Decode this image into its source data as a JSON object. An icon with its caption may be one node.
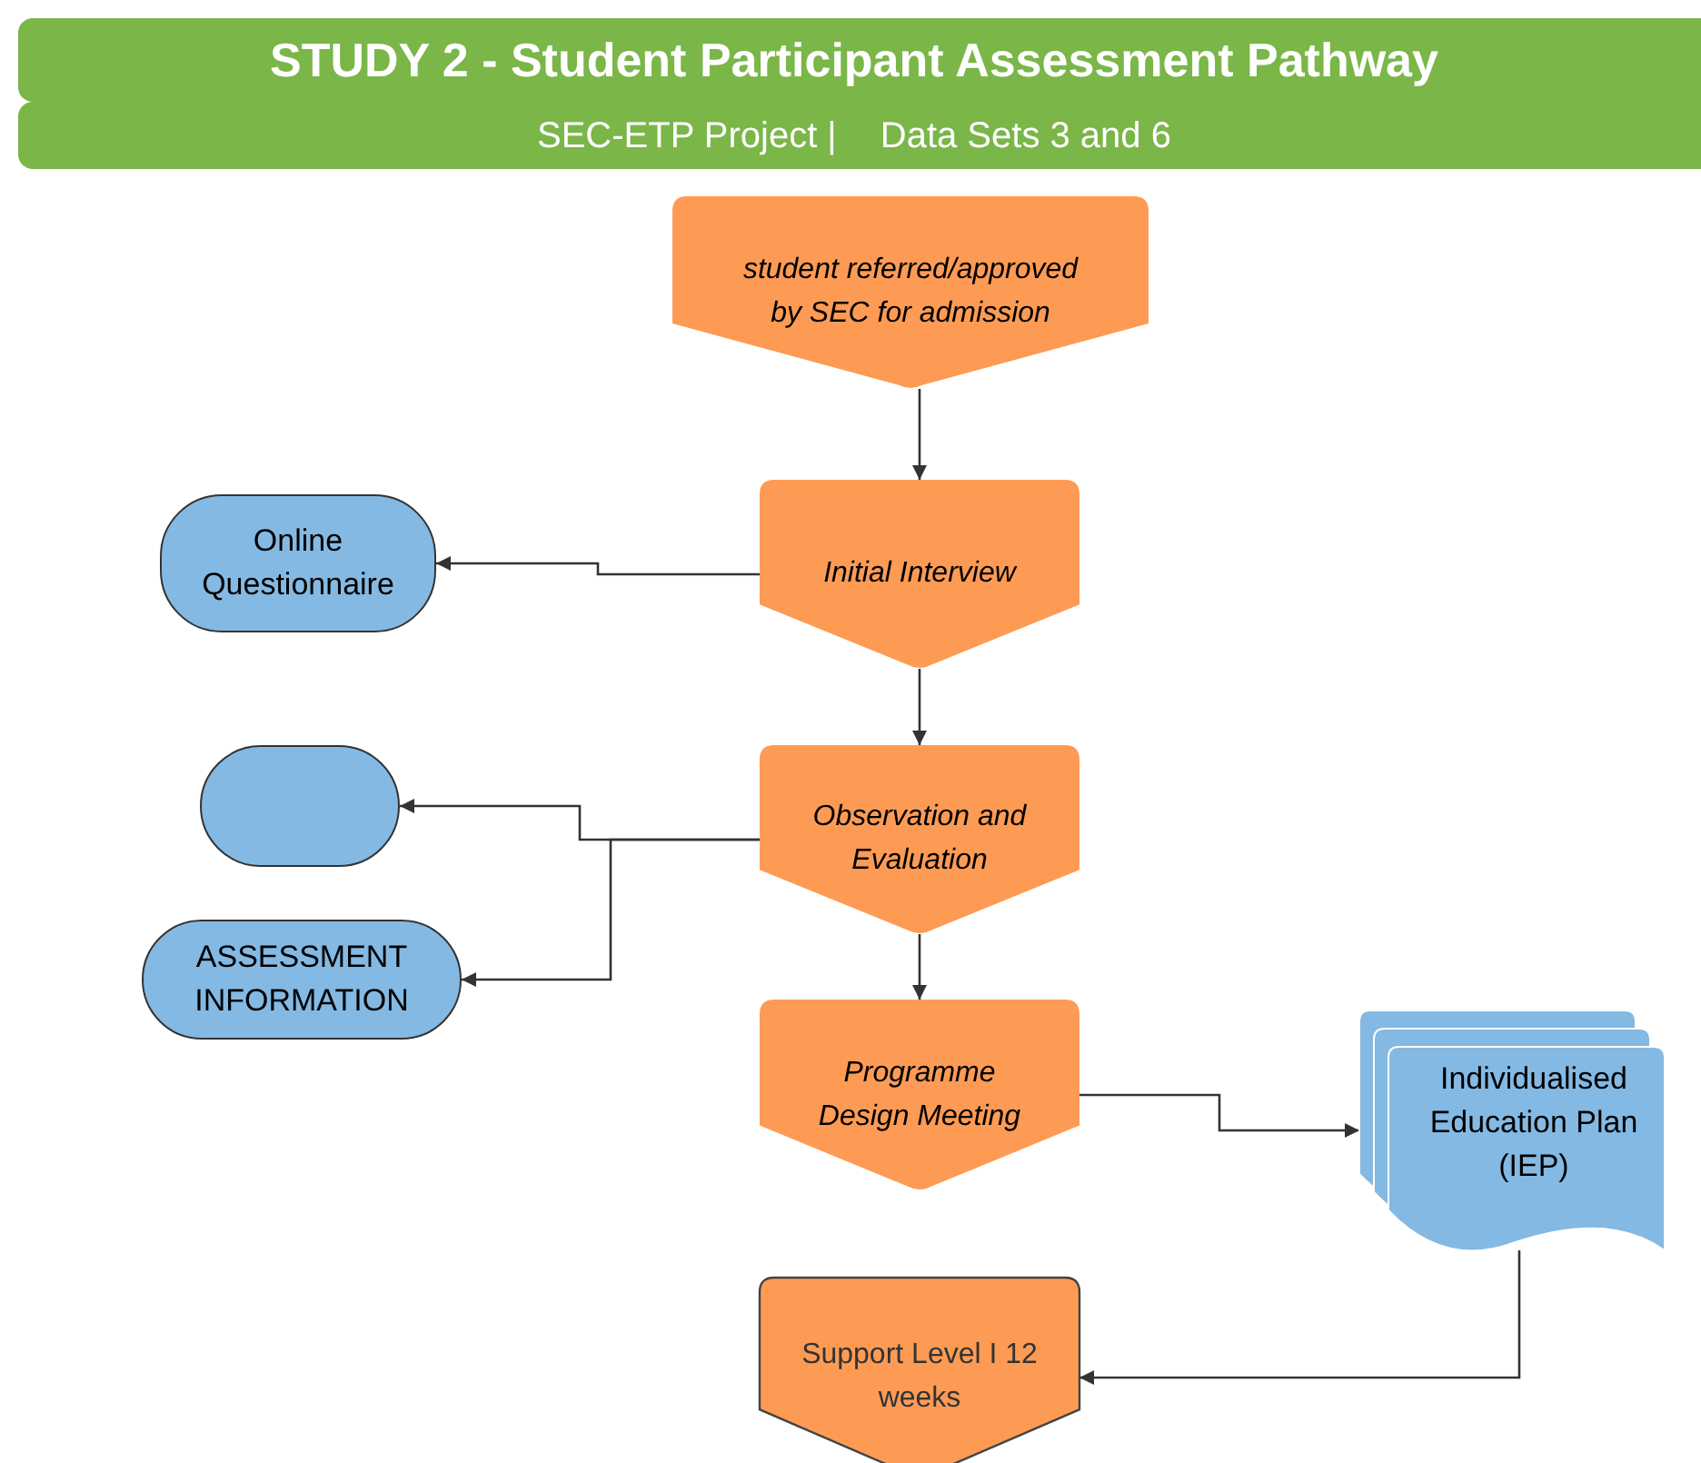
{
  "diagram": {
    "title": "STUDY 2 - Student Participant Assessment Pathway",
    "nodes": [
      {
        "text": [
          "student referred/approved by SEC for admission"
        ]
      },
      {
        "text": [
          "Initial Interview"
        ]
      },
      {
        "text": [
          "Online Questionnaire"
        ]
      },
      {
        "text": [
          "Observation and Evaluation"
        ]
      },
      {
        "text": [],
        "shape": "box"
      },
      {
        "text": [
          "ASSESSMENT INFORMATION"
        ]
      },
      {
        "text": [
          "Programme Design Meeting"
        ]
      },
      {
        "text": [
          "Individualised Education Plan (IEP)"
        ]
      },
      {
        "text": [
          "Support Level I 12 weeks"
        ]
      }
    ],
    "edges": [
      {
        "from": 0,
        "to": 1,
        "arrow": "to"
      },
      {
        "from": 1,
        "to": 2,
        "arrow": "to"
      },
      {
        "from": 1,
        "to": 3,
        "arrow": "to"
      },
      {
        "from": 3,
        "to": 4,
        "arrow": "to"
      },
      {
        "from": 3,
        "to": 5,
        "arrow": "to"
      },
      {
        "from": 3,
        "to": 6,
        "arrow": "to"
      },
      {
        "from": 6,
        "to": 7,
        "arrow": "to"
      },
      {
        "from": 7,
        "to": 8,
        "arrow": "to"
      }
    ],
    "labels": [
      "SEC-ETP Project |",
      "Data Sets 3 and 6"
    ]
  }
}
